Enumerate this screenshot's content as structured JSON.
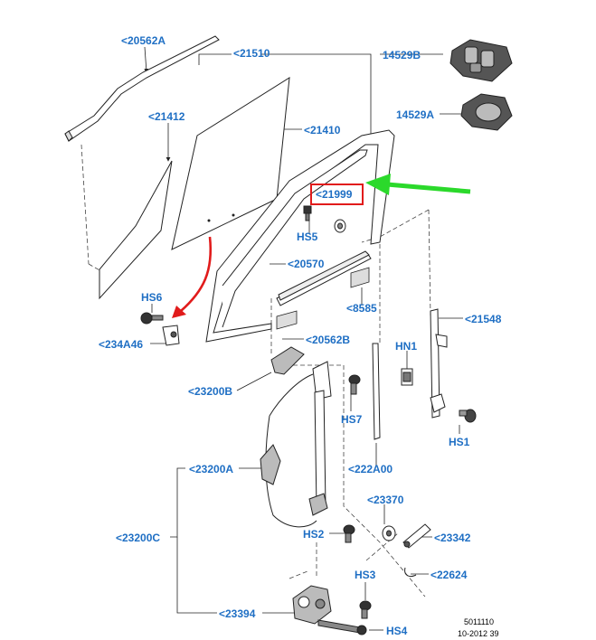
{
  "labels": {
    "p20562A": "<20562A",
    "p21510": "<21510",
    "p14529B": "14529B",
    "p21412": "<21412",
    "p21410": "<21410",
    "p14529A": "14529A",
    "p21999": "<21999",
    "hs5": "HS5",
    "p20570": "<20570",
    "p8585": "<8585",
    "p21548": "<21548",
    "hs6": "HS6",
    "p234A46": "<234A46",
    "p20562B": "<20562B",
    "hn1": "HN1",
    "p23200B": "<23200B",
    "hs7": "HS7",
    "hs1": "HS1",
    "p23200A": "<23200A",
    "p222A00": "<222A00",
    "p23370": "<23370",
    "p23200C": "<23200C",
    "hs2": "HS2",
    "p23342": "<23342",
    "hs3": "HS3",
    "p22624": "<22624",
    "p23394": "<23394",
    "hs4": "HS4"
  },
  "footer": {
    "code": "5011110",
    "date": "10-2012 39"
  },
  "colors": {
    "label_blue": "#1f6fc4",
    "highlight_red": "#e11b1b",
    "arrow_green": "#2bd92b",
    "line": "#222222"
  }
}
